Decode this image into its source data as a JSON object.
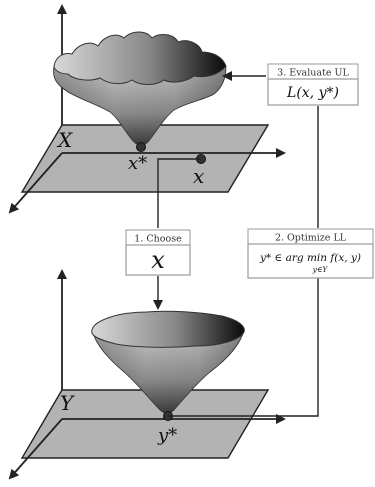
{
  "upper": {
    "plane_label": "X",
    "optimum_label": "x*",
    "point_label": "x"
  },
  "lower": {
    "plane_label": "Y",
    "optimum_label": "y*"
  },
  "steps": {
    "choose": {
      "title": "1. Choose",
      "body": "x"
    },
    "optimize": {
      "title": "2. Optimize LL",
      "body": "y* ∈ arg min f(x, y)",
      "subscript": "y∈Y"
    },
    "evaluate": {
      "title": "3. Evaluate UL",
      "body": "L(x, y*)"
    }
  },
  "colors": {
    "plane_fill": "#b3b3b3",
    "line": "#000000",
    "box_border": "#999999",
    "box_fill": "#ffffff"
  }
}
